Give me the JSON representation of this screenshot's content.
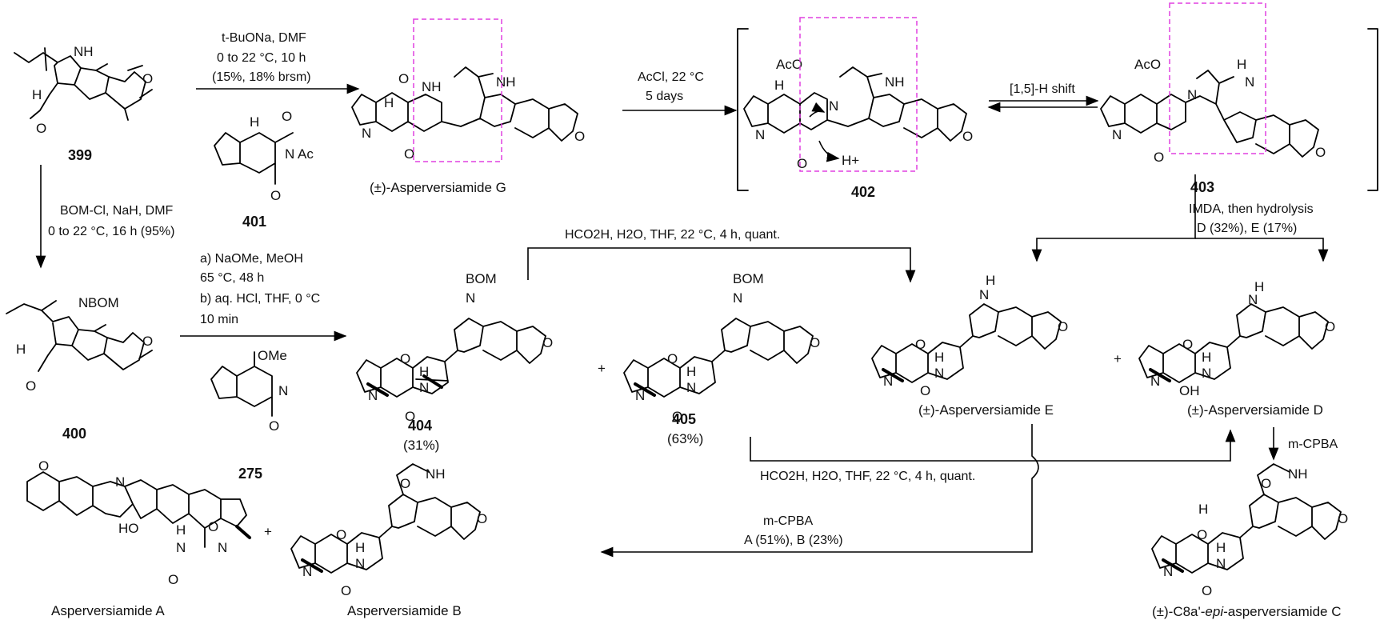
{
  "compounds": {
    "c399": "399",
    "c400": "400",
    "c401": "401",
    "c275": "275",
    "c402": "402",
    "c403": "403",
    "c404": "404",
    "c405": "405",
    "y404": "(31%)",
    "y405": "(63%)"
  },
  "names": {
    "asperG": "(±)-Asperversiamide G",
    "asperE": "(±)-Asperversiamide E",
    "asperD": "(±)-Asperversiamide D",
    "asperA": "Asperversiamide A",
    "asperB": "Asperversiamide B",
    "asperC_pre": "(±)-C8a'-",
    "asperC_epi": "epi",
    "asperC_post": "-asperversiamide C"
  },
  "conditions": {
    "step1": [
      "t-BuONa, DMF",
      "0 to 22 °C, 10 h",
      "(15%, 18% brsm)"
    ],
    "step2": [
      "AcCl, 22 °C",
      "5 days"
    ],
    "step3": "[1,5]-H shift",
    "step4": [
      "BOM-Cl, NaH, DMF",
      "0 to 22 °C, 16 h (95%)"
    ],
    "step5": [
      "a) NaOMe, MeOH",
      "65 °C, 48 h",
      "b) aq. HCl, THF, 0 °C",
      "10 min"
    ],
    "step6": [
      "IMDA, then hydrolysis",
      "D (32%), E (17%)"
    ],
    "step7": "HCO2H, H2O, THF, 22 °C, 4 h, quant.",
    "step8": "HCO2H, H2O, THF, 22 °C, 4 h, quant.",
    "step9": [
      "m-CPBA",
      "A (51%), B (23%)"
    ],
    "step10": "m-CPBA"
  },
  "atoms": {
    "H": "H",
    "NH": "NH",
    "N": "N",
    "O": "O",
    "Ac": "Ac",
    "AcO": "AcO",
    "BOM": "BOM",
    "OMe": "OMe",
    "HO": "HO",
    "OH": "OH",
    "Hplus": "H+",
    "plus": "+"
  },
  "colors": {
    "box": "#e040e0",
    "ink": "#000000"
  }
}
